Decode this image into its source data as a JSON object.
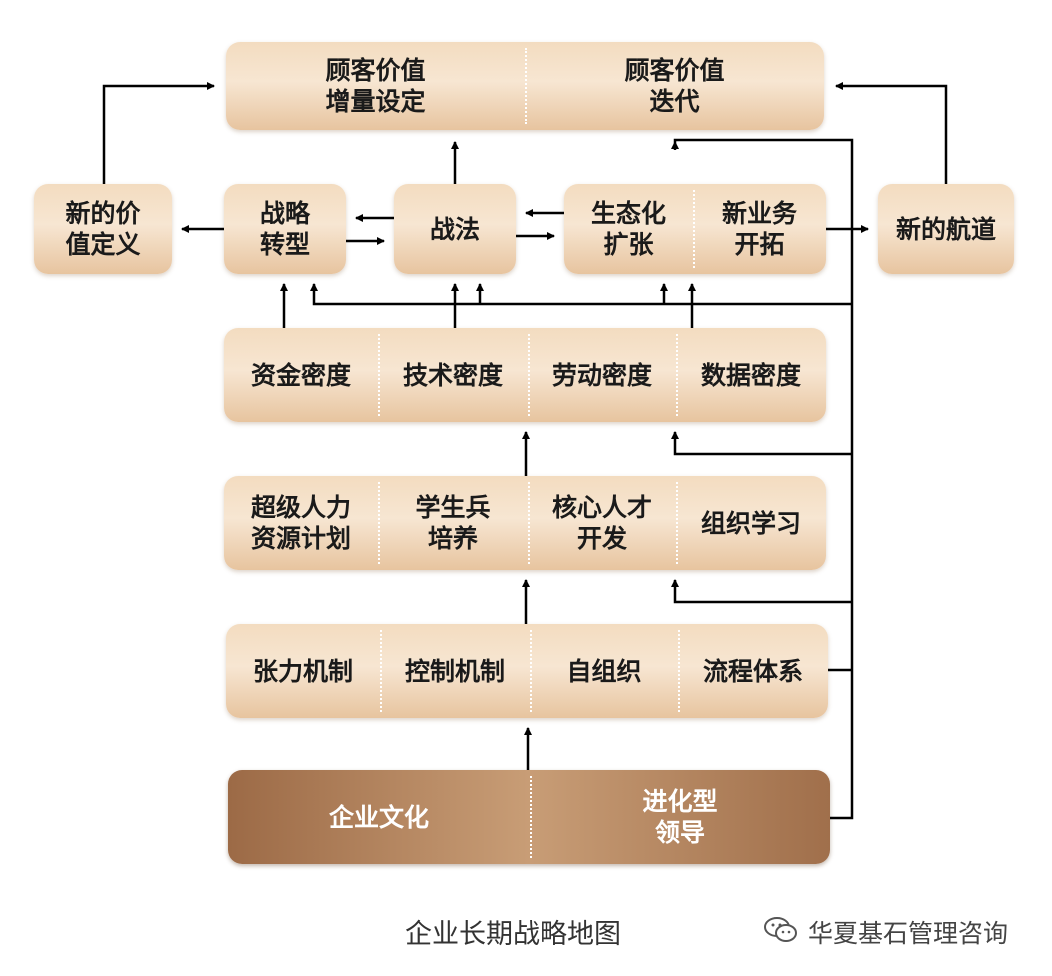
{
  "top": {
    "left": "顾客价值\n增量设定",
    "right": "顾客价值\n迭代"
  },
  "middle_row": {
    "left_box": "新的价\n值定义",
    "strategy_transform": "战略\n转型",
    "tactics": "战法",
    "eco_expand": "生态化\n扩张",
    "new_business": "新业务\n开拓",
    "right_box": "新的航道"
  },
  "density_row": [
    "资金密度",
    "技术密度",
    "劳动密度",
    "数据密度"
  ],
  "talent_row": [
    "超级人力\n资源计划",
    "学生兵\n培养",
    "核心人才\n开发",
    "组织学习"
  ],
  "mechanism_row": [
    "张力机制",
    "控制机制",
    "自组织",
    "流程体系"
  ],
  "foundation_row": [
    "企业文化",
    "进化型\n领导"
  ],
  "caption": "企业长期战略地图",
  "watermark": "华夏基石管理咨询"
}
